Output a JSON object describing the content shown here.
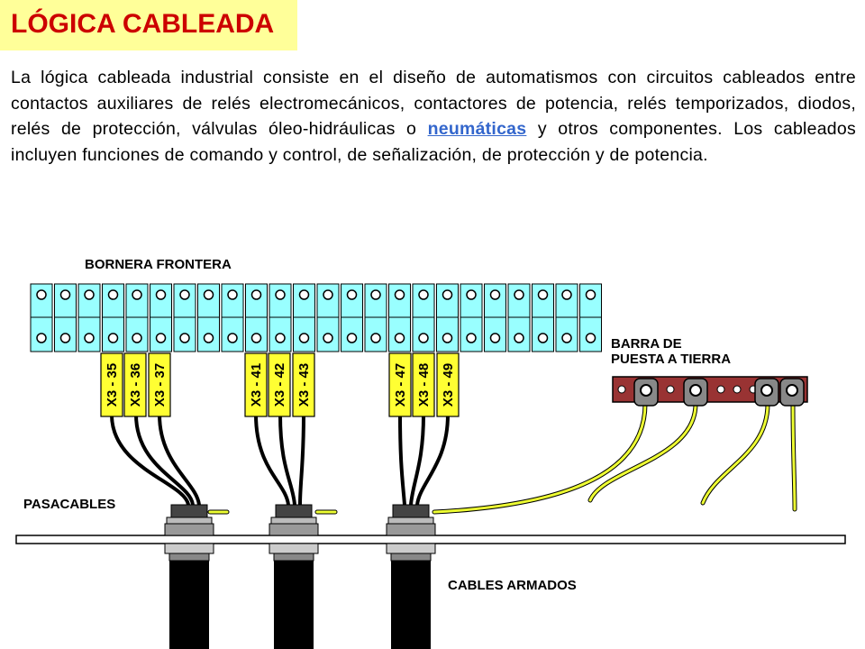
{
  "title": "LÓGICA CABLEADA",
  "paragraph": {
    "text_before": "La lógica cableada industrial consiste en el diseño de automatismos con circuitos cableados entre contactos auxiliares de relés electromecánicos, contactores de potencia, relés temporizados, diodos, relés de protección, válvulas óleo-hidráulicas o ",
    "link_text": "neumáticas",
    "text_after": " y otros componentes. Los cableados incluyen funciones de comando y control, de señalización, de protección y de potencia."
  },
  "diagram": {
    "labels": {
      "bornera": "BORNERA FRONTERA",
      "barra_line1": "BARRA DE",
      "barra_line2": "PUESTA A TIERRA",
      "pasacables": "PASACABLES",
      "cables_armados": "CABLES ARMADOS"
    },
    "terminal_count": 24,
    "tags": [
      "X3 - 35",
      "X3 - 36",
      "X3 - 37",
      "X3 - 41",
      "X3 - 42",
      "X3 - 43",
      "X3 - 47",
      "X3 - 48",
      "X3 - 49"
    ],
    "colors": {
      "terminal": "#99ffff",
      "tag": "#ffff33",
      "ground_bar": "#993333",
      "ground_wire": "#eeff33",
      "title_bg": "#ffff99",
      "title_text": "#cc0000",
      "link": "#3366cc"
    }
  }
}
